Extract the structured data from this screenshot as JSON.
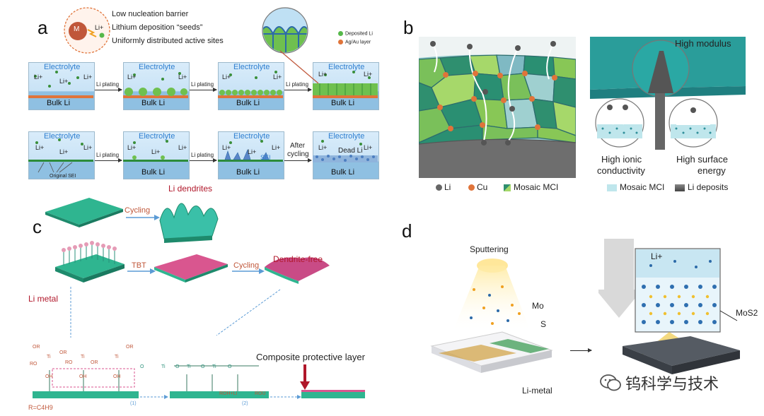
{
  "panels": {
    "a": "a",
    "b": "b",
    "c": "c",
    "d": "d"
  },
  "panel_a": {
    "seed_M": "M",
    "seed_Li": "Li+",
    "points": [
      "Low nucleation barrier",
      "Lithium deposition “seeds”",
      "Uniformly distributed active sites"
    ],
    "legend_deposited": "Deposited Li",
    "legend_layer": "Ag/Au layer",
    "electrolyte": "Electrolyte",
    "bulk": "Bulk Li",
    "li_plus": "Li+",
    "li_plating": "Li plating",
    "original_sei": "Original SEI",
    "sei": "SEI",
    "after_cycling_1": "After",
    "after_cycling_2": "cycling",
    "dead_li": "Dead Li"
  },
  "panel_b": {
    "high_modulus": "High modulus",
    "high_ionic_1": "High ionic",
    "high_ionic_2": "conductivity",
    "high_surface_1": "High surface",
    "high_surface_2": "energy",
    "legend_li": "Li",
    "legend_cu": "Cu",
    "legend_mci": "Mosaic MCI",
    "legend_mci2": "Mosaic MCI",
    "legend_deposits": "Li deposits"
  },
  "panel_c": {
    "cycling_top": "Cycling",
    "li_dendrites": "Li dendrites",
    "tbt": "TBT",
    "cycling_mid": "Cycling",
    "dendrite_free": "Dendrite-free",
    "li_metal": "Li metal",
    "composite": "Composite protective layer",
    "r_formula": "R=C4H9",
    "roh_li": "ROH+Li",
    "rou": "ROU",
    "step1": "(1)",
    "step2": "(2)",
    "group_or": "OR",
    "group_ro": "RO",
    "group_ti": "Ti",
    "group_oh": "OH",
    "group_o": "O"
  },
  "panel_d": {
    "sputtering": "Sputtering",
    "mo": "Mo",
    "s": "S",
    "li_metal": "Li-metal",
    "li_plus": "Li+",
    "mos2": "MoS2"
  },
  "watermark": "钨科学与技术",
  "colors": {
    "electrolyte_blue": "#2f7fd0",
    "teal": "#2aa88a",
    "pink": "#d9568f",
    "dendrite_red": "#b0172a",
    "cu_orange": "#e0743a",
    "li_green": "#56b84a"
  }
}
